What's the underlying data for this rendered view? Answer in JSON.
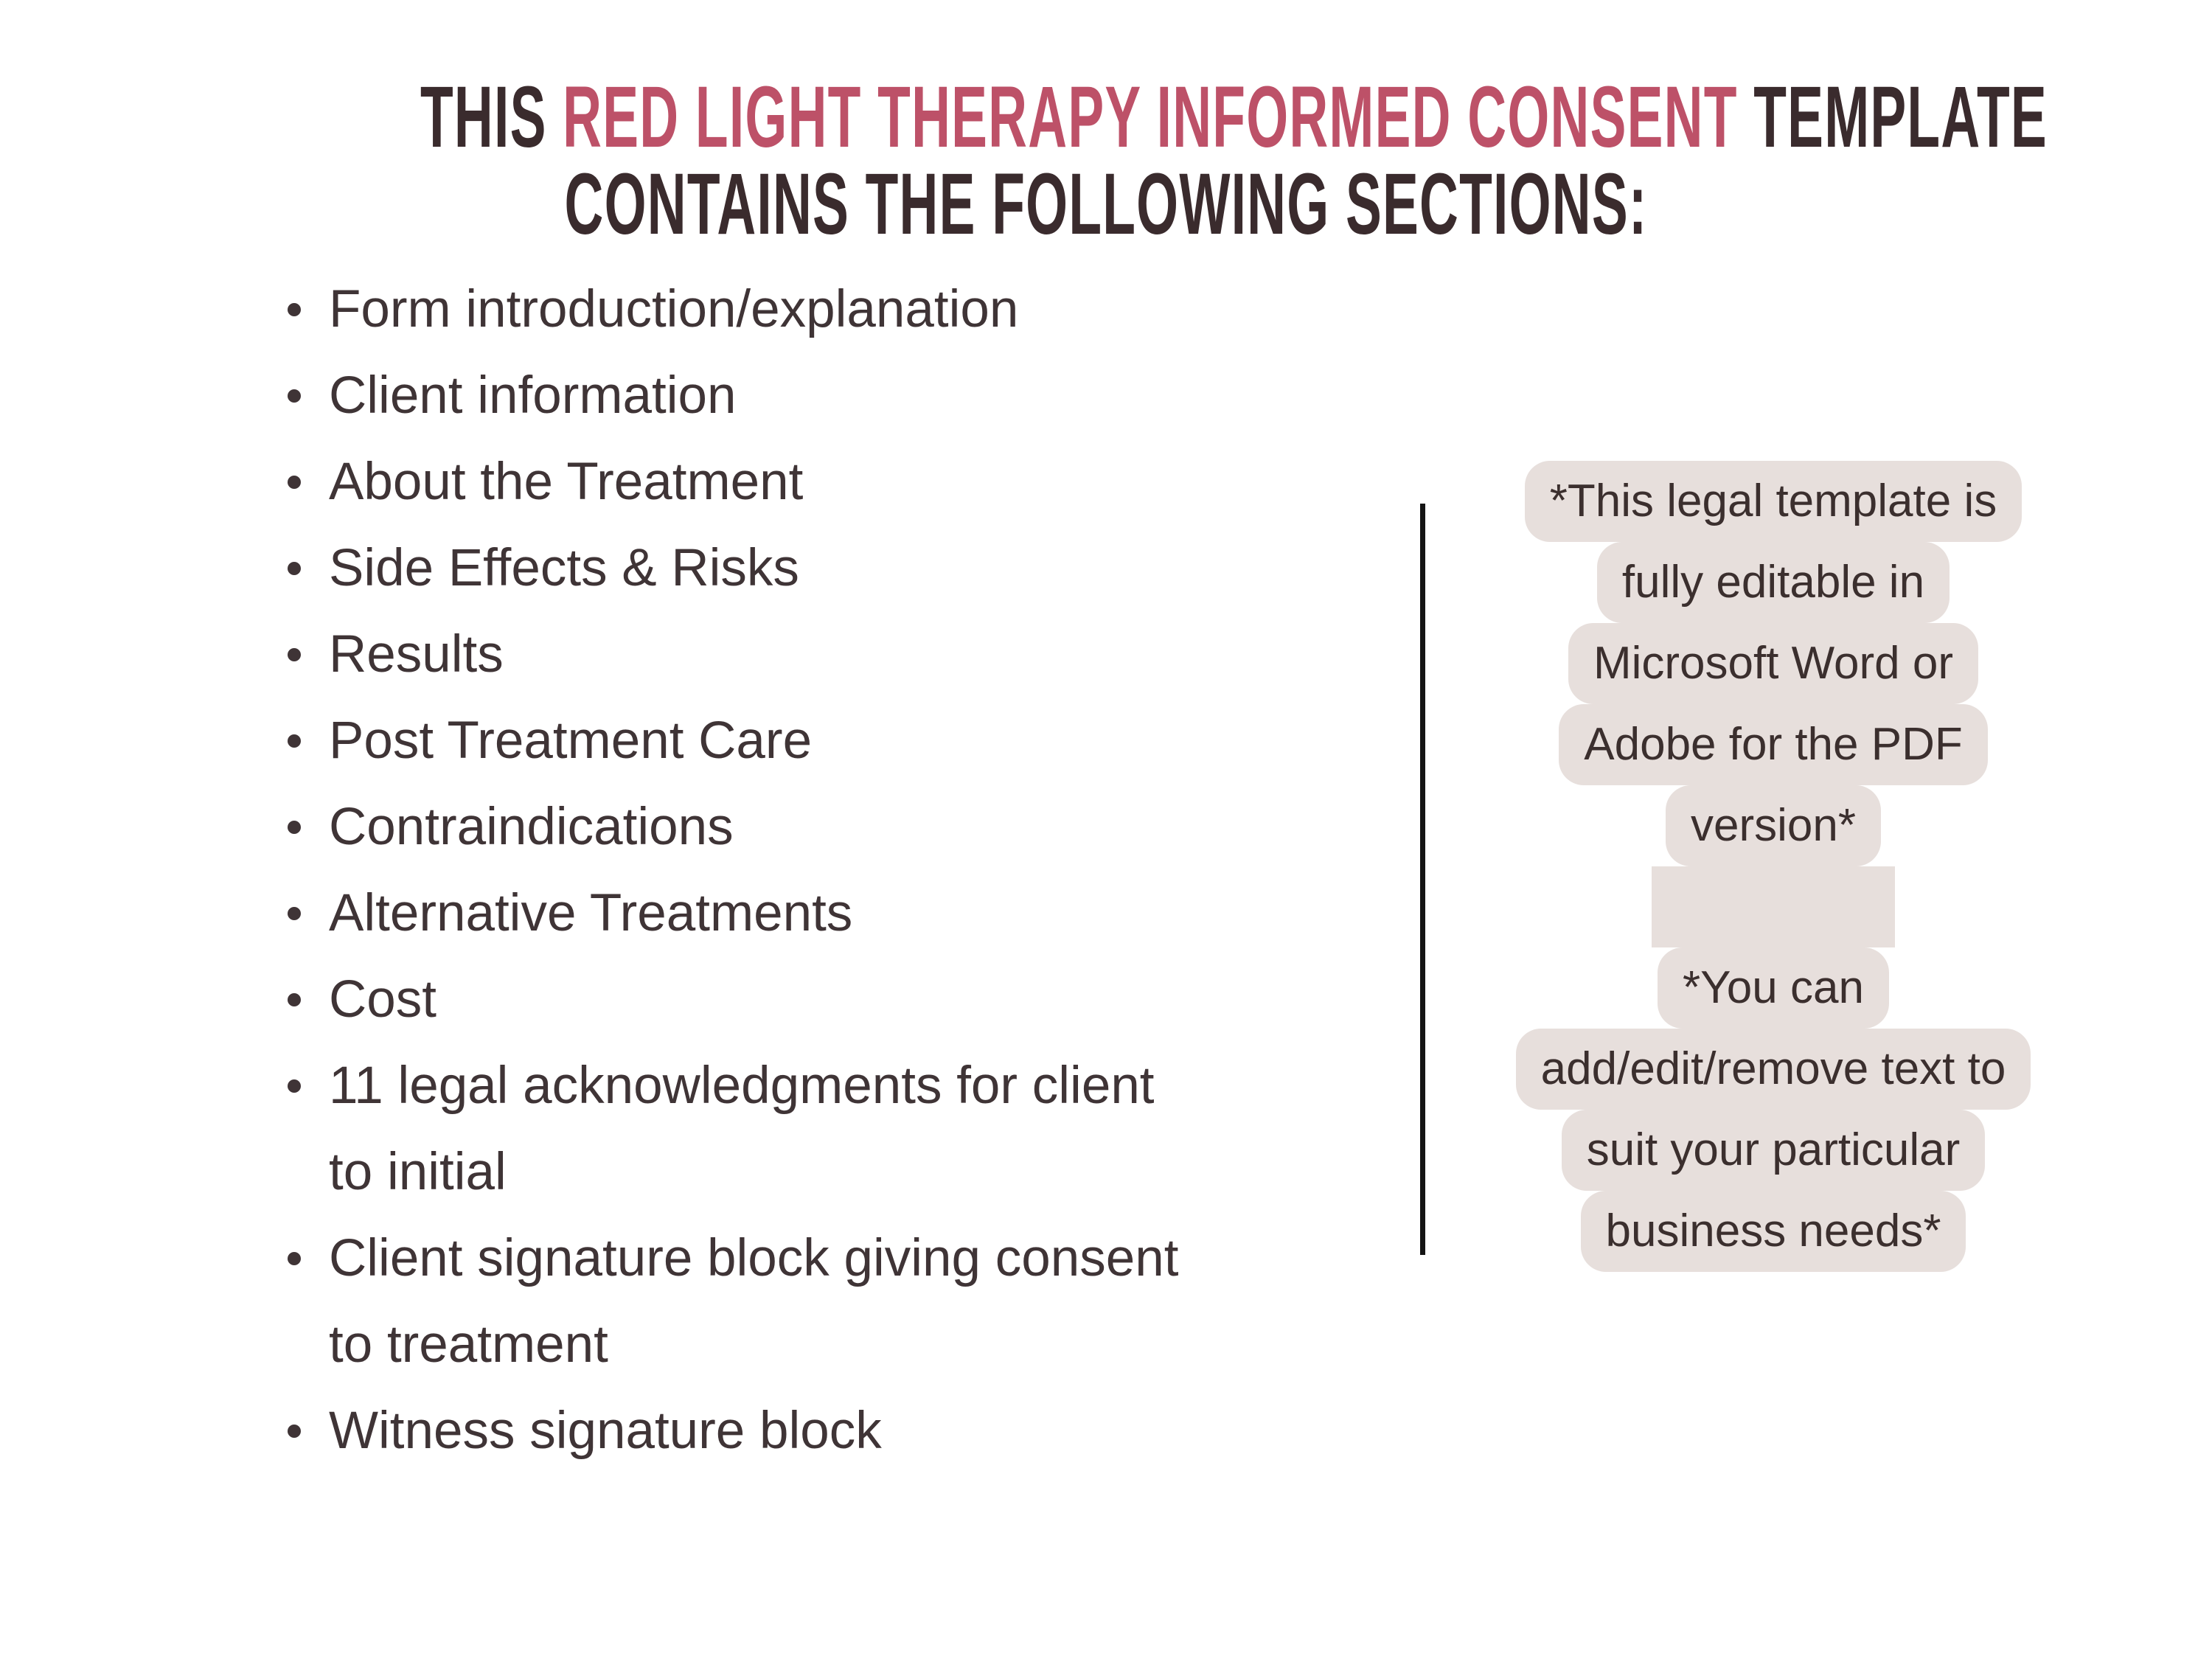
{
  "title": {
    "prefix": "THIS ",
    "highlight": "RED LIGHT THERAPY INFORMED CONSENT",
    "suffix": " TEMPLATE",
    "line2": "CONTAINS THE FOLLOWING SECTIONS:"
  },
  "sections": [
    "Form introduction/explanation",
    "Client information",
    "About the Treatment",
    "Side Effects & Risks",
    "Results",
    "Post Treatment Care",
    "Contraindications",
    "Alternative Treatments",
    "Cost",
    "11 legal acknowledgments for client to initial",
    "Client signature block giving consent to treatment",
    "Witness signature block"
  ],
  "note": {
    "para1_lines": [
      "*This legal template is",
      "fully editable in",
      "Microsoft Word or",
      "Adobe for the PDF",
      "version*"
    ],
    "para2_lines": [
      "*You can",
      "add/edit/remove text to",
      "suit your particular",
      "business needs*"
    ]
  },
  "colors": {
    "page_bg": "#ffffff",
    "title_dark": "#3a2b2d",
    "title_red": "#bd5168",
    "list_text": "#3f3436",
    "note_bg": "#e7dfdc",
    "note_text": "#3b2f2e",
    "divider": "#141414"
  }
}
